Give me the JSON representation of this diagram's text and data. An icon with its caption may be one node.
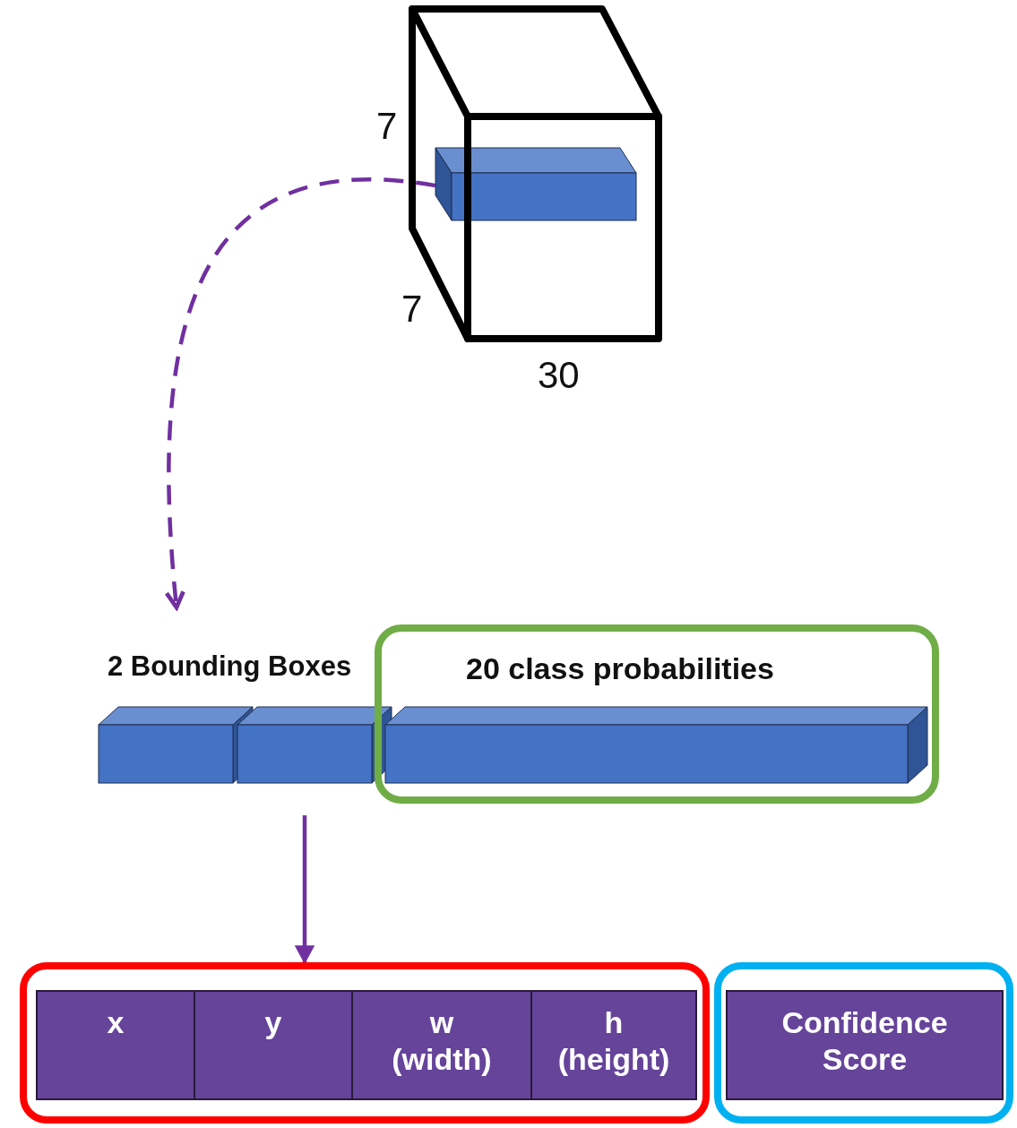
{
  "diagram": {
    "nodes": [
      {
        "text": [],
        "shape": "cube"
      },
      {
        "text": [],
        "shape": "bar",
        "in": 0
      },
      {
        "text": [],
        "shape": "bar"
      },
      {
        "text": [],
        "shape": "bar"
      },
      {
        "text": [
          "20 class probabilities"
        ]
      },
      {
        "text": [],
        "shape": "bar",
        "in": 4
      },
      {
        "text": [],
        "shape": "box"
      },
      {
        "text": [
          "x"
        ],
        "in": 6
      },
      {
        "text": [
          "y"
        ],
        "in": 6
      },
      {
        "text": [
          "w (width)"
        ],
        "in": 6
      },
      {
        "text": [
          "h (height)"
        ],
        "in": 6
      },
      {
        "text": [],
        "shape": "box"
      },
      {
        "text": [
          "Confidence Score"
        ],
        "in": 11
      }
    ],
    "edges": [
      {
        "from": 1,
        "to": null,
        "arrow": "to",
        "style": "dashed"
      },
      {
        "from": 3,
        "to": 6,
        "arrow": "to"
      }
    ],
    "labels": [
      "7",
      "7",
      "30",
      "2 Bounding Boxes"
    ]
  }
}
